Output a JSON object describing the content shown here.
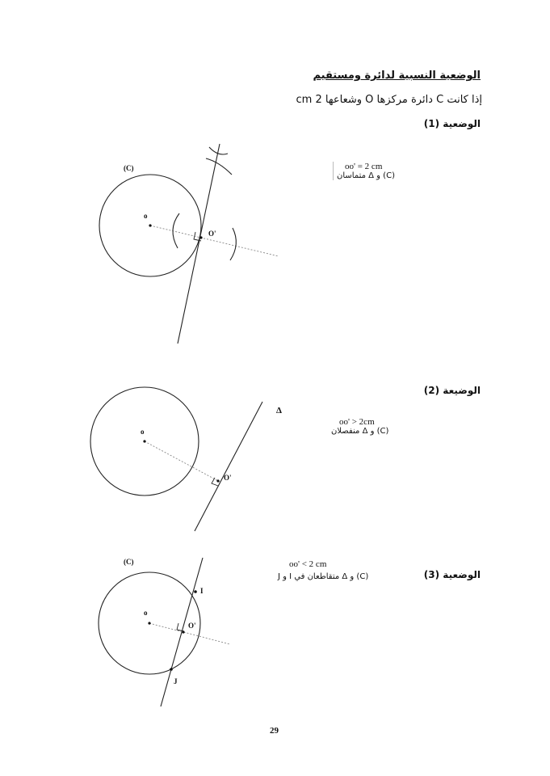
{
  "header": {
    "title": "الوضعية النسبية لدائرة ومستقيم",
    "intro": "إذا كانت C دائرة مركزها O وشعاعها 2 cm"
  },
  "situations": [
    {
      "label": "الوضعية (1)",
      "condition": "oo' = 2 cm",
      "relation": "(C) و Δ متماسان",
      "labels": {
        "circle": "(C)",
        "center": "o",
        "foot": "O'"
      }
    },
    {
      "label": "الوضيعة (2)",
      "condition": "oo' > 2cm",
      "relation": "(C) و Δ منفصلان",
      "labels": {
        "center": "o",
        "foot": "O'",
        "line": "Δ"
      }
    },
    {
      "label": "الوضعية (3)",
      "condition": "oo' < 2 cm",
      "relation": "(C) و Δ متقاطعان في I و J",
      "labels": {
        "circle": "(C)",
        "center": "o",
        "foot": "O'",
        "i": "I",
        "j": "J"
      }
    }
  ],
  "footer": {
    "page_number": "29"
  }
}
